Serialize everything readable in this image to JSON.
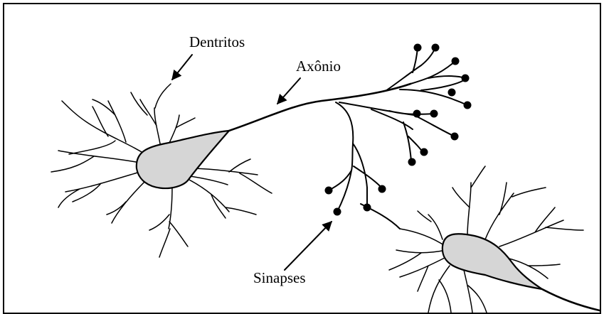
{
  "labels": {
    "dendrites": "Dentritos",
    "axon": "Axônio",
    "synapses": "Sinapses"
  },
  "colors": {
    "soma_fill": "#d6d6d6",
    "stroke": "#000000",
    "background": "#ffffff"
  }
}
